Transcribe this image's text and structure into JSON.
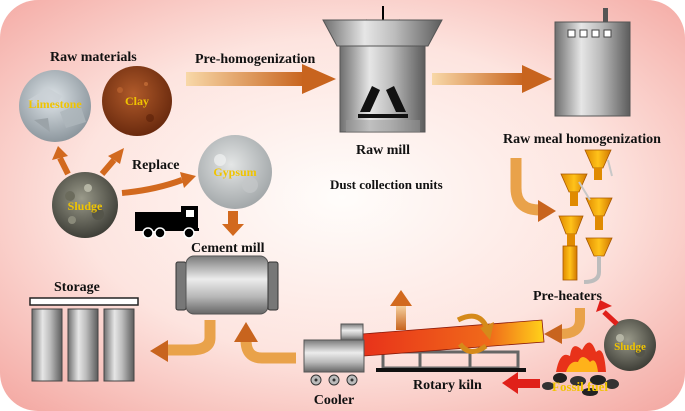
{
  "labels": {
    "raw_materials": "Raw materials",
    "pre_homogenization": "Pre-homogenization",
    "raw_mill": "Raw mill",
    "raw_meal_homogenization": "Raw meal homogenization",
    "replace": "Replace",
    "dust_collection": "Dust collection units",
    "cement_mill": "Cement mill",
    "storage": "Storage",
    "pre_heaters": "Pre-heaters",
    "rotary_kiln": "Rotary kiln",
    "cooler": "Cooler",
    "fossil_fuel": "Fossil fuel"
  },
  "materials": {
    "limestone": "Limestone",
    "clay": "Clay",
    "sludge": "Sludge",
    "gypsum": "Gypsum",
    "sludge_fuel": "Sludge"
  },
  "colors": {
    "background_edge": "#f6b8b3",
    "background_center": "#fffaf8",
    "arrow": "#d2691e",
    "arrow_light": "#f3c07a",
    "red_arrow": "#e0201a",
    "kiln_red": "#e8321a",
    "kiln_yellow": "#ffd21a",
    "material_label": "#f0c400"
  }
}
